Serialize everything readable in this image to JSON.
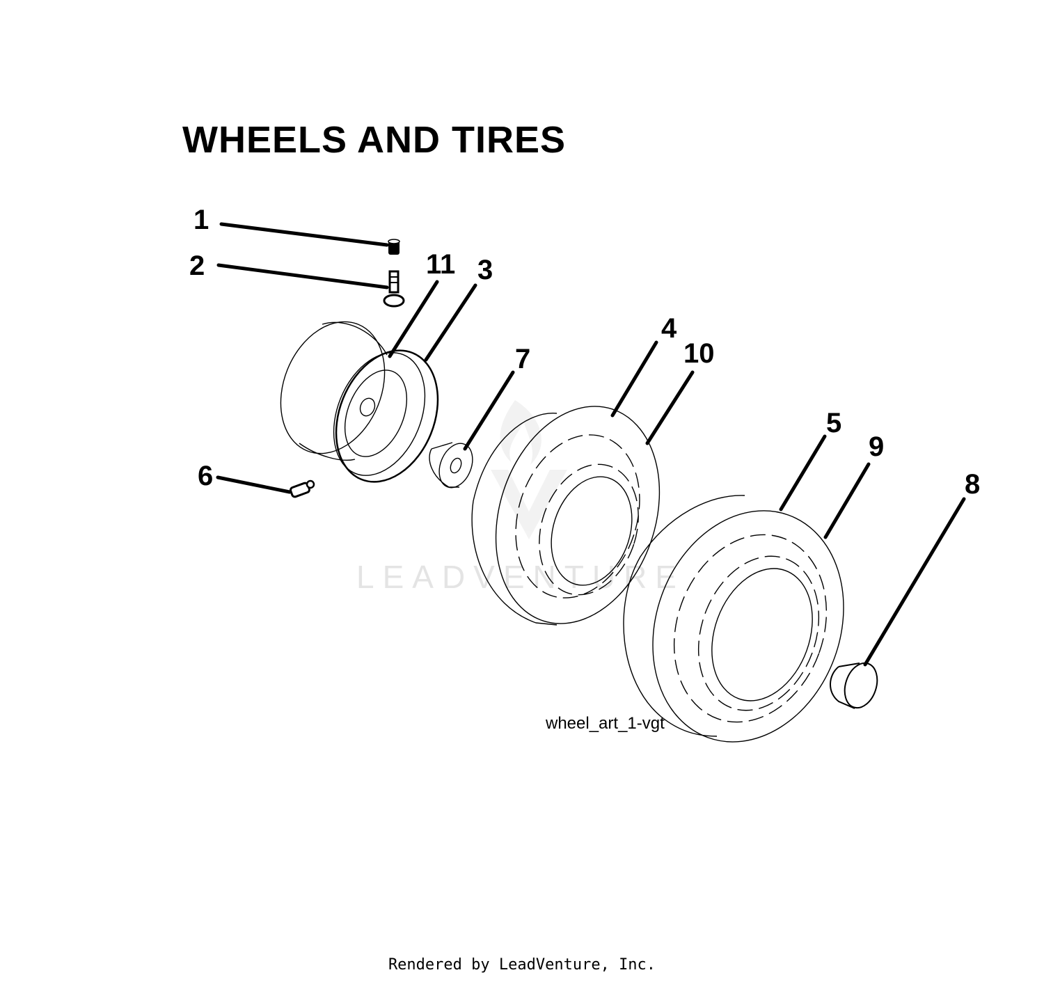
{
  "title": "WHEELS AND TIRES",
  "callouts": [
    "1",
    "2",
    "3",
    "4",
    "5",
    "6",
    "7",
    "8",
    "9",
    "10",
    "11"
  ],
  "art_reference": "wheel_art_1-vgt",
  "watermark": "LEADVENTURE",
  "footer": "Rendered by LeadVenture, Inc."
}
